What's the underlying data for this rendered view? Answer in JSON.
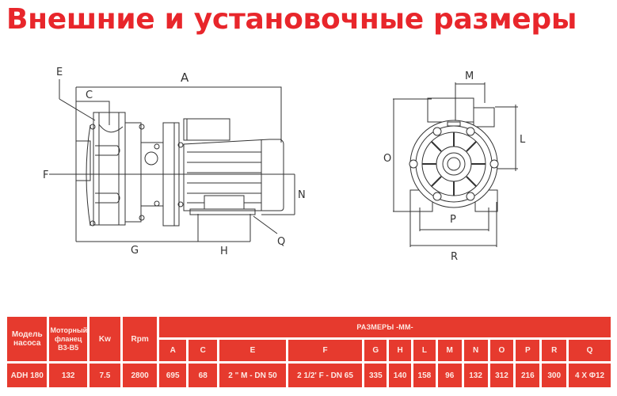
{
  "title": "Внешние и установочные размеры",
  "diagram": {
    "side_view_labels": {
      "A": "A",
      "C": "C",
      "E": "E",
      "F": "F",
      "G": "G",
      "H": "H",
      "N": "N",
      "Q": "Q"
    },
    "front_view_labels": {
      "M": "M",
      "L": "L",
      "O": "O",
      "P": "P",
      "R": "R"
    }
  },
  "table": {
    "headers": {
      "model": "Модель насоса",
      "flange": "Моторный фланец B3-B5",
      "kw": "Kw",
      "rpm": "Rpm",
      "dimensions_group": "РАЗМЕРЫ -ММ-"
    },
    "dimension_columns": [
      "A",
      "C",
      "E",
      "F",
      "G",
      "H",
      "L",
      "M",
      "N",
      "O",
      "P",
      "R",
      "Q"
    ],
    "rows": [
      {
        "model": "ADH 180",
        "flange": "132",
        "kw": "7.5",
        "rpm": "2800",
        "values": [
          "695",
          "68",
          "2 \" M - DN 50",
          "2 1/2' F - DN 65",
          "335",
          "140",
          "158",
          "96",
          "132",
          "312",
          "216",
          "300",
          "4 X Φ12"
        ]
      }
    ]
  },
  "colors": {
    "title_red": "#e8262b",
    "table_red": "#e63a2e",
    "table_text": "#fde9e3",
    "line_drawing": "#333333"
  }
}
